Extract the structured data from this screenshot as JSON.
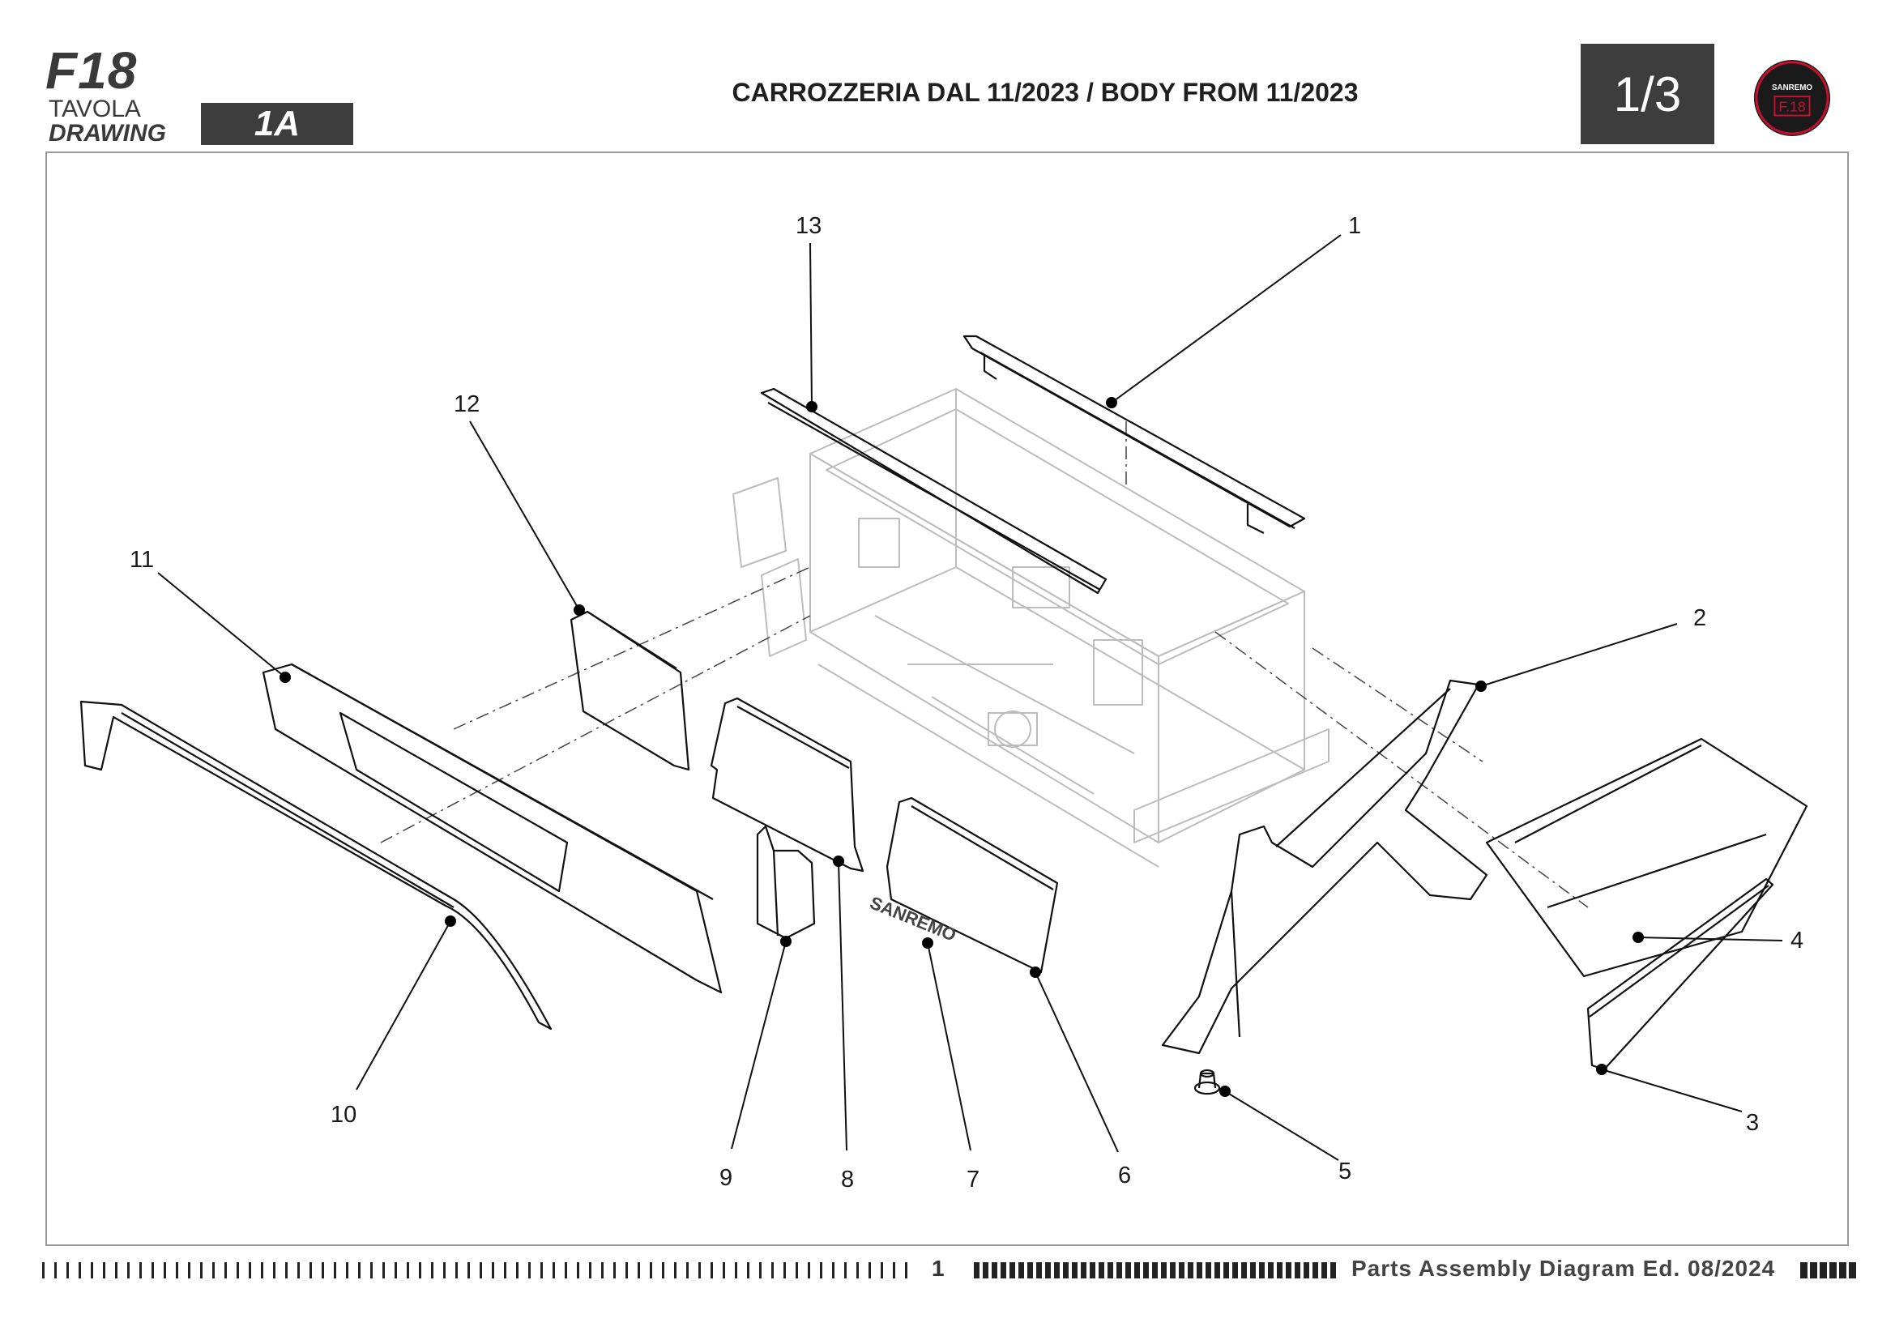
{
  "header": {
    "model": "F18",
    "tavola_label": "TAVOLA",
    "drawing_label": "DRAWING",
    "drawing_code": "1A",
    "title": "CARROZZERIA DAL 11/2023 / BODY FROM 11/2023",
    "page_indicator": "1/3",
    "logo_text_top": "SANREMO",
    "logo_text_bottom": "F.18"
  },
  "callouts": [
    "1",
    "2",
    "3",
    "4",
    "5",
    "6",
    "7",
    "8",
    "9",
    "10",
    "11",
    "12",
    "13"
  ],
  "badge_text": "SANREMO",
  "footer": {
    "page_number": "1",
    "text": "Parts Assembly Diagram Ed. 08/2024"
  },
  "colors": {
    "header_box": "#3d3d3d",
    "logo_red": "#c8102e",
    "frame": "#9a9a9a"
  }
}
